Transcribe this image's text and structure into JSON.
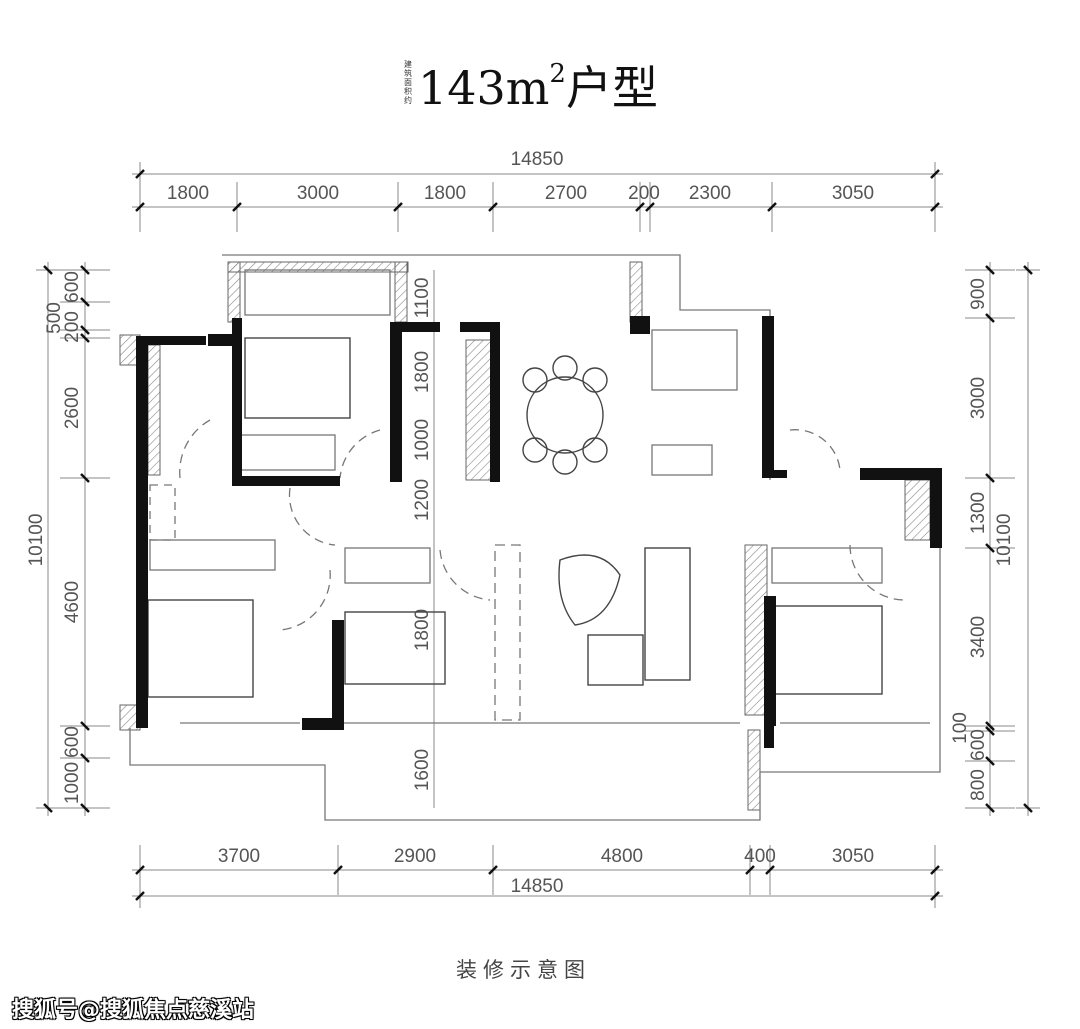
{
  "title": {
    "area_note": "建筑面积约",
    "main": "143m",
    "sup": "2",
    "suffix": "户型"
  },
  "dimensions": {
    "top_total": "14850",
    "top_segments": [
      "1800",
      "3000",
      "1800",
      "2700",
      "200",
      "2300",
      "3050"
    ],
    "bottom_segments": [
      "3700",
      "2900",
      "4800",
      "400",
      "3050"
    ],
    "bottom_total": "14850",
    "left_total": "10100",
    "left_segments": [
      "600",
      "500",
      "200",
      "2600",
      "4600",
      "600",
      "1000"
    ],
    "right_total": "10100",
    "right_segments": [
      "900",
      "3000",
      "1300",
      "3400",
      "100",
      "600",
      "800"
    ],
    "interior": [
      "1100",
      "1800",
      "1000",
      "1200",
      "1800",
      "1600"
    ]
  },
  "caption": "装修示意图",
  "watermark": "搜狐号@搜狐焦点慈溪站",
  "colors": {
    "wall": "#111111",
    "line": "#666666",
    "hatch": "#888888"
  }
}
